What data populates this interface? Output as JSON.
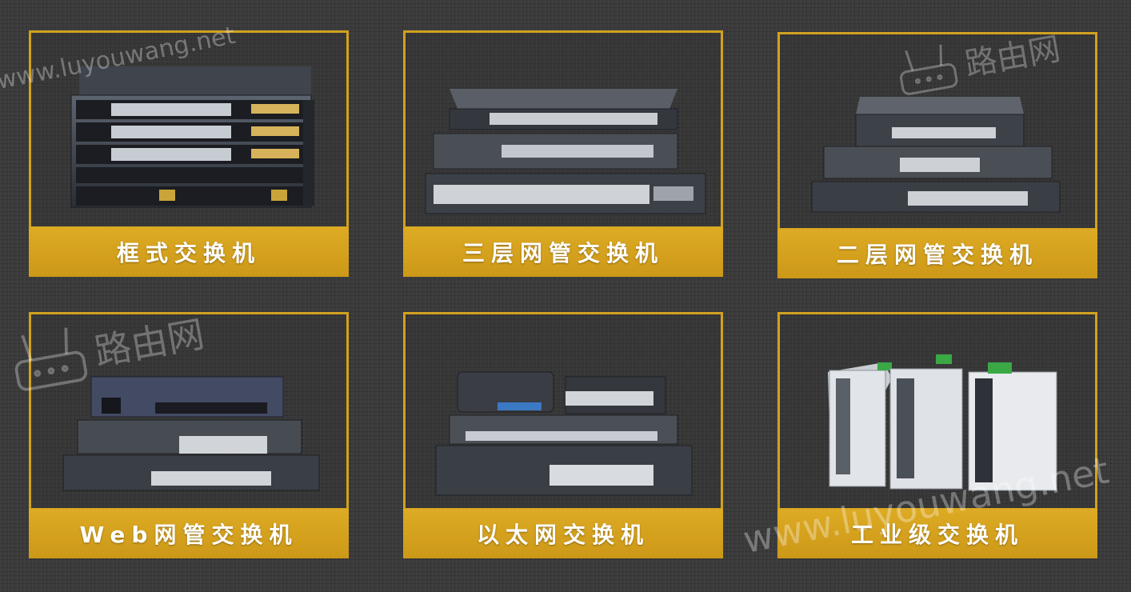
{
  "cards": [
    {
      "label": "框式交换机",
      "device": "chassis-switch"
    },
    {
      "label": "三层网管交换机",
      "device": "layer3-managed-switch"
    },
    {
      "label": "二层网管交换机",
      "device": "layer2-managed-switch"
    },
    {
      "label": "Web网管交换机",
      "device": "web-managed-switch"
    },
    {
      "label": "以太网交换机",
      "device": "ethernet-switch"
    },
    {
      "label": "工业级交换机",
      "device": "industrial-switch"
    }
  ],
  "watermarks": {
    "url_text": "www.luyouwang.net",
    "logo_text": "路由网"
  },
  "colors": {
    "accent": "#d1a11f",
    "background": "#3a3a3a",
    "label_text": "#ffffff"
  }
}
